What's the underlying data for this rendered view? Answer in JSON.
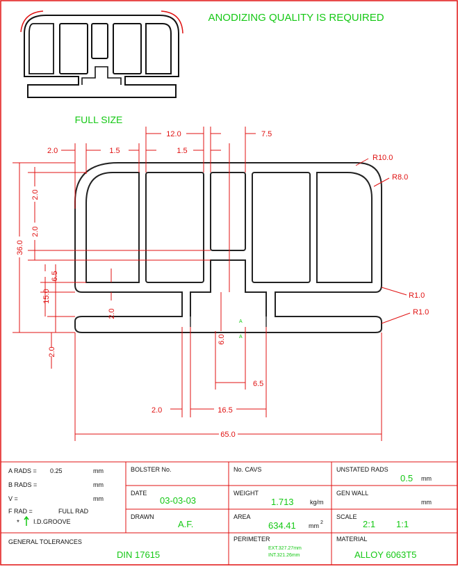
{
  "header_note": "ANODIZING QUALITY IS REQUIRED",
  "full_size_label": "FULL SIZE",
  "dimensions": {
    "d_12_0": "12.0",
    "d_7_5": "7.5",
    "d_2_0_top": "2.0",
    "d_1_5_left": "1.5",
    "d_1_5_mid": "1.5",
    "d_r10": "R10.0",
    "d_r8": "R8.0",
    "d_r1_a": "R1.0",
    "d_r1_b": "R1.0",
    "d_36_0": "36.0",
    "d_2_0_v1": "2.0",
    "d_2_0_v2": "2.0",
    "d_6_5_v": "6.5",
    "d_15_0": "15.0",
    "d_2_0_v3": "2.0",
    "d_2_0_v4": "2.0",
    "d_6_0": "6.0",
    "d_6_5_h": "6.5",
    "d_2_0_bot": "2.0",
    "d_16_5": "16.5",
    "d_65_0": "65.0",
    "mark_a1": "A",
    "mark_a2": "A"
  },
  "title_block": {
    "a_rads_label": "A RADS =",
    "a_rads_value": "0.25",
    "a_rads_unit": "mm",
    "b_rads_label": "B RADS =",
    "b_rads_unit": "mm",
    "v_label": "V =",
    "v_unit": "mm",
    "f_rad_label": "F RAD =",
    "f_rad_value": "FULL RAD",
    "groove_label": "I.D.GROOVE",
    "groove_mark": "*",
    "bolster_label": "BOLSTER No.",
    "date_label": "DATE",
    "date_value": "03-03-03",
    "drawn_label": "DRAWN",
    "drawn_value": "A.F.",
    "cavs_label": "No. CAVS",
    "weight_label": "WEIGHT",
    "weight_value": "1.713",
    "weight_unit": "kg/m",
    "area_label": "AREA",
    "area_value": "634.41",
    "area_unit": "mm",
    "area_unit_sup": "2",
    "unstated_label": "UNSTATED RADS",
    "unstated_value": "0.5",
    "unstated_unit": "mm",
    "genwall_label": "GEN WALL",
    "genwall_unit": "mm",
    "scale_label": "SCALE",
    "scale_value1": "2:1",
    "scale_value2": "1:1",
    "tol_label": "GENERAL TOLERANCES",
    "tol_value": "DIN 17615",
    "perimeter_label": "PERIMETER",
    "perimeter_ext": "EXT.327.27mm",
    "perimeter_int": "INT.321.26mm",
    "material_label": "MATERIAL",
    "material_value": "ALLOY 6063T5"
  }
}
